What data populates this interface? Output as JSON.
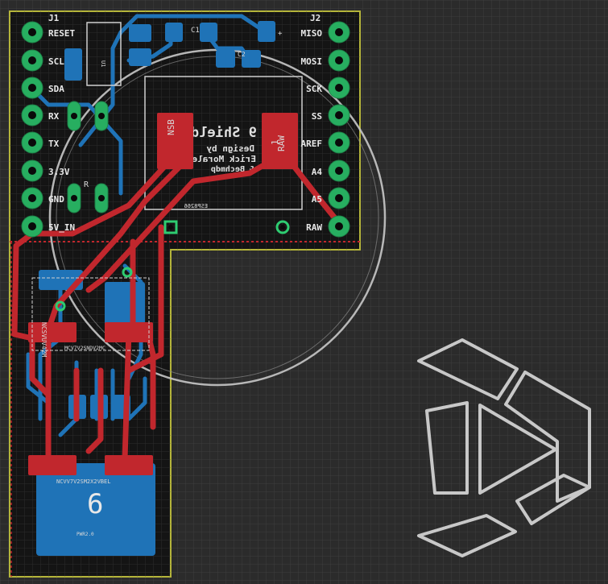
{
  "colors": {
    "background": "#2b2b2b",
    "grid": "#3d3d3d",
    "board_fill": "#0c0c0c",
    "outline": "#b5b53a",
    "top_copper": "#c1272d",
    "bottom_copper": "#1f73b7",
    "via_green": "#2ecc71",
    "silkscreen": "#cfcfcf"
  },
  "headers": {
    "j1": {
      "ref": "J1",
      "pins": [
        "RESET",
        "SCL",
        "SDA",
        "RX",
        "TX",
        "3.3V",
        "GND",
        "5V_IN"
      ]
    },
    "j2": {
      "ref": "J2",
      "pins": [
        "MISO",
        "MOSI",
        "SCK",
        "SS",
        "AREF",
        "A4",
        "A5",
        "RAW"
      ]
    }
  },
  "silkscreen": {
    "title": "Spot 9 Shield 1.0",
    "design_lines": [
      "Design by",
      "Erick Morales",
      "& Bechmdp"
    ],
    "part_left": "NSB",
    "part_right": "RAW",
    "part_right_num": "1",
    "module_label": "ESP8266",
    "ic_left_label": "NCSVUV42M",
    "regulator_label": "MCV7V2SNDV2MC",
    "big_part_label": "NCVV7V2SM2X2VBEL",
    "big_part_number": "6",
    "big_part_sub": "PWR2.0"
  },
  "pad_labels": {
    "c1": "C1",
    "c2": "C2",
    "plus": "+",
    "ic_u": "U1",
    "r_label": "R"
  },
  "logo": {
    "name": "triangle-chevron-logo-icon"
  }
}
